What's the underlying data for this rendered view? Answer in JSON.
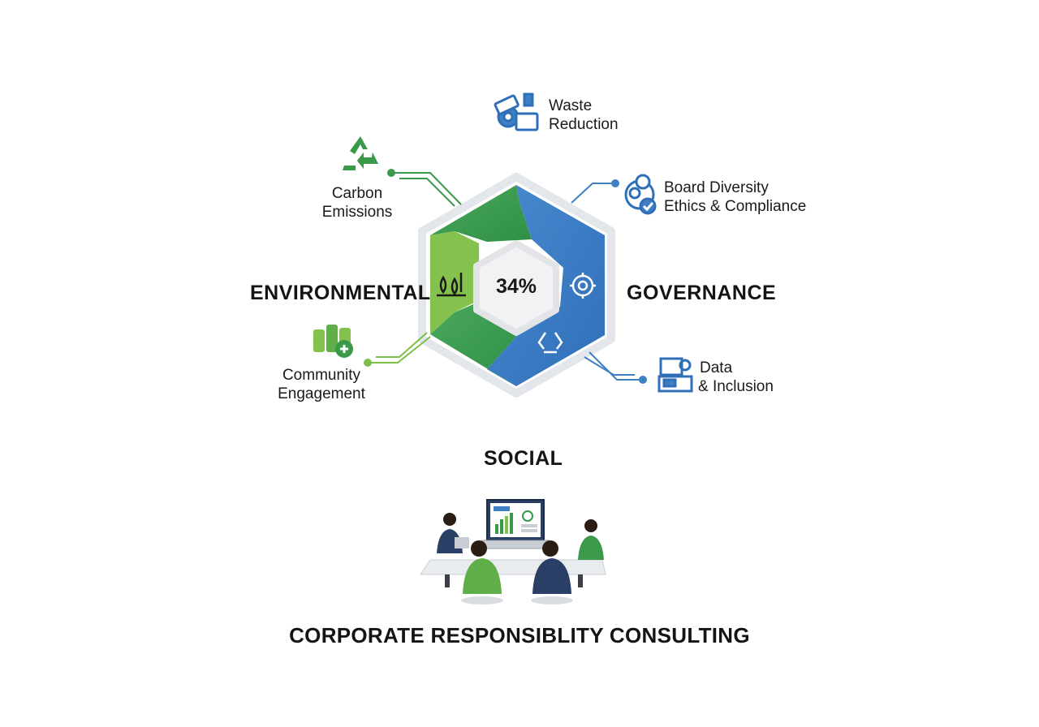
{
  "center": {
    "value": "34%"
  },
  "pillars": {
    "environmental": "ENVIRONMENTAL",
    "governance": "GOVERNANCE",
    "social": "SOCIAL"
  },
  "items": {
    "waste": {
      "line1": "Waste",
      "line2": "Reduction"
    },
    "carbon": {
      "line1": "Carbon",
      "line2": "Emissions"
    },
    "board": {
      "line1": "Board Diversity",
      "line2": "Ethics & Compliance"
    },
    "community": {
      "line1": "Community",
      "line2": "Engagement"
    },
    "data": {
      "line1": "Data",
      "line2": "& Inclusion"
    }
  },
  "footer": {
    "title": "CORPORATE RESPONSIBLITY CONSULTING"
  },
  "colors": {
    "green_dark": "#3a9a4a",
    "green_light": "#7dbf4a",
    "blue": "#3f7fc4",
    "blue_dark": "#2b5f9e",
    "navy": "#2a3f66"
  }
}
